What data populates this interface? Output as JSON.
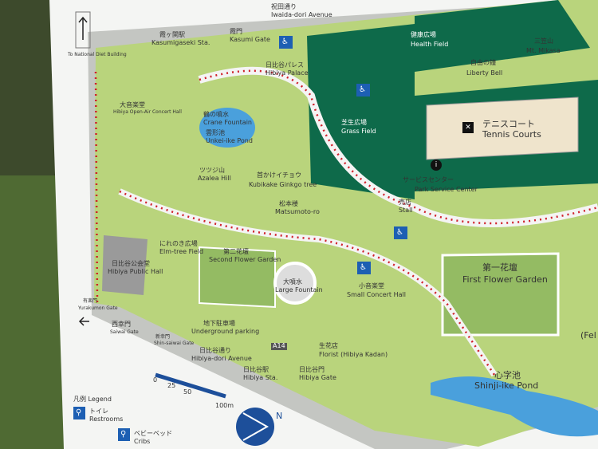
{
  "map": {
    "top_streets": {
      "iwaida_jp": "祝田通り",
      "iwaida_en": "Iwaida-dori Avenue"
    },
    "stations": [
      {
        "jp": "霞ヶ関駅",
        "en": "Kasumigaseki Sta."
      },
      {
        "jp": "日比谷駅",
        "en": "Hibiya Sta.",
        "exit": "A14"
      }
    ],
    "national_diet": "To National Diet Building",
    "gates": [
      {
        "jp": "霞門",
        "en": "Kasumi Gate"
      },
      {
        "jp": "西幸門",
        "en": "Saiwai Gate"
      },
      {
        "jp": "新幸門",
        "en": "Shin-saiwai Gate"
      },
      {
        "jp": "日比谷門",
        "en": "Hibiya Gate"
      },
      {
        "jp": "有楽門",
        "en": "Yurakumon Gate"
      }
    ],
    "avenue": {
      "jp": "日比谷通り",
      "en": "Hibiya-dori Avenue"
    },
    "places": [
      {
        "jp": "健康広場",
        "en": "Health Field"
      },
      {
        "jp": "三笠山",
        "en": "Mt. Mikasa"
      },
      {
        "jp": "自由の鐘",
        "en": "Liberty Bell"
      },
      {
        "jp": "テニスコート",
        "en": "Tennis Courts"
      },
      {
        "jp": "芝生広場",
        "en": "Grass Field"
      },
      {
        "jp": "サービスセンター",
        "en": "Park Service Center"
      },
      {
        "jp": "日比谷パレス",
        "en": "Hibiya Palace"
      },
      {
        "jp": "鶴の噴水",
        "en": "Crane Fountain"
      },
      {
        "jp": "雲形池",
        "en": "Unkei-ike Pond"
      },
      {
        "jp": "ツツジ山",
        "en": "Azalea Hill"
      },
      {
        "jp": "首かけイチョウ",
        "en": "Kubikake Ginkgo tree"
      },
      {
        "jp": "松本楼",
        "en": "Matsumoto-ro"
      },
      {
        "jp": "第一花壇",
        "en": "First Flower Garden"
      },
      {
        "jp": "第二花壇",
        "en": "Second Flower Garden"
      },
      {
        "jp": "大噴水",
        "en": "Large Fountain"
      },
      {
        "jp": "小音楽堂",
        "en": "Small Concert Hall"
      },
      {
        "jp": "にれのき広場",
        "en": "Elm-tree Field"
      },
      {
        "jp": "日比谷公会堂",
        "en": "Hibiya Public Hall"
      },
      {
        "jp": "大音楽堂",
        "en": "Hibiya Open-Air Concert Hall"
      },
      {
        "jp": "心字池",
        "en": "Shinji-ike Pond"
      },
      {
        "jp": "生花店",
        "en": "Florist (Hibiya Kadan)"
      },
      {
        "jp": "地下駐車場",
        "en": "Underground parking"
      },
      {
        "jp": "売店",
        "en": "Stall"
      },
      {
        "jp": "",
        "en": "(Fel"
      }
    ],
    "scale": {
      "ticks": [
        "0",
        "25",
        "50",
        "100m"
      ]
    },
    "north": "N",
    "legend": {
      "title": "凡例 Legend",
      "items": [
        {
          "jp": "トイレ",
          "en": "Restrooms"
        },
        {
          "jp": "ベビーベッド",
          "en": "Cribs"
        }
      ]
    },
    "colors": {
      "park": "#b9d47c",
      "grass_field": "#0e6a4a",
      "road": "#c9c9c9",
      "pond": "#4aa0dc",
      "path_dots": "#d0202a",
      "icon_blue": "#1d5fb3"
    }
  }
}
